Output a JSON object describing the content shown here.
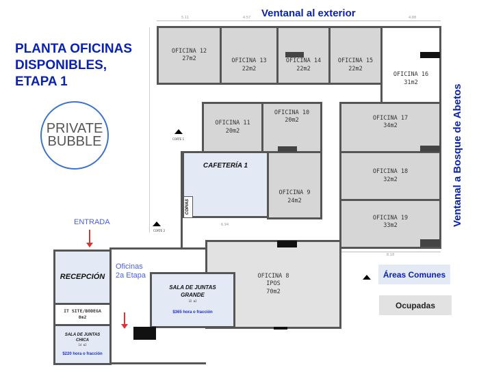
{
  "title": {
    "line1": "PLANTA OFICINAS",
    "line2": "DISPONIBLES,",
    "line3": "ETAPA 1"
  },
  "logo": {
    "line1": "PRIVATE",
    "line2": "BUBBLE",
    "color": "#3a73c9"
  },
  "labels": {
    "top_window": "Ventanal al exterior",
    "right_window": "Ventanal a Bosque de Abetos",
    "entrance": "ENTRADA",
    "stage2_line1": "Oficinas",
    "stage2_line2": "2a Etapa",
    "corte1": "CORTE 1",
    "corte2": "CORTE 2",
    "copias": "COPIAS"
  },
  "dimensions": {
    "top": [
      "5.11",
      "4.57",
      "4.88"
    ],
    "bottom": "8.18",
    "cafe": "6.94"
  },
  "rooms": {
    "of12": {
      "name": "OFICINA 12",
      "area": "27m2"
    },
    "of13": {
      "name": "OFICINA 13",
      "area": "22m2"
    },
    "of14": {
      "name": "OFICINA 14",
      "area": "22m2"
    },
    "of15": {
      "name": "OFICINA 15",
      "area": "22m2"
    },
    "of16": {
      "name": "OFICINA 16",
      "area": "31m2"
    },
    "of11": {
      "name": "OFICINA 11",
      "area": "20m2"
    },
    "of10": {
      "name": "OFICINA 10",
      "area": "20m2"
    },
    "of9": {
      "name": "OFICINA 9",
      "area": "24m2"
    },
    "of17": {
      "name": "OFICINA 17",
      "area": "34m2"
    },
    "of18": {
      "name": "OFICINA 18",
      "area": "32m2"
    },
    "of19": {
      "name": "OFICINA 19",
      "area": "33m2"
    },
    "of8": {
      "name": "OFICINA 8",
      "tenant": "IPOS",
      "area": "70m2"
    },
    "cafeteria": {
      "name": "CAFETERÍA 1"
    },
    "reception": {
      "name": "RECEPCIÓN"
    },
    "it": {
      "name": "IT SITE/BODEGA",
      "area": "8m2"
    },
    "meeting_large": {
      "line1": "SALA DE JUNTAS",
      "line2": "GRANDE",
      "area": "32 m2",
      "price": "$365 hora o fracción"
    },
    "meeting_small": {
      "line1": "SALA DE JUNTAS",
      "line2": "CHICA",
      "area": "14 m2",
      "price": "$220 hora o fracción"
    }
  },
  "legend": {
    "common": {
      "label": "Áreas Comunes",
      "color": "#e3eaf5",
      "text_color": "#0a22b0"
    },
    "occupied": {
      "label": "Ocupadas",
      "color": "#e2e2e2",
      "text_color": "#222"
    }
  },
  "colors": {
    "available": "#d6d6d6",
    "walls": "#555555",
    "accent": "#0a22b0",
    "arrow": "#dd3333"
  }
}
